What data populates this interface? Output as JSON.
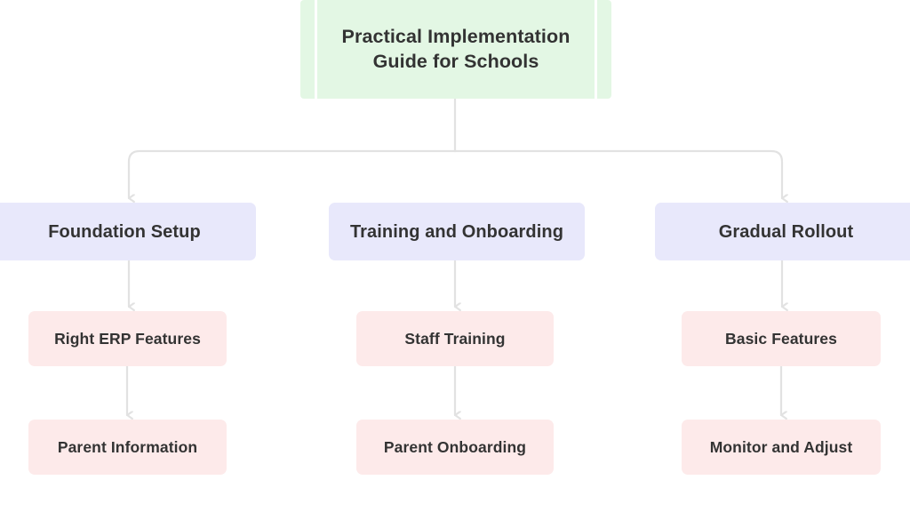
{
  "diagram": {
    "type": "flowchart",
    "orientation": "top-down",
    "title": "Practical Implementation Guide for Schools",
    "background_color": "#ffffff",
    "edge_color": "#e2e2e2",
    "text_color": "#333333",
    "palette": {
      "root_fill": "#e3f7e4",
      "stage_fill": "#e8e8fb",
      "step_fill": "#fdeaea"
    },
    "root": {
      "label": "Practical Implementation\nGuide for Schools"
    },
    "stages": [
      {
        "label": "Foundation Setup",
        "steps": [
          {
            "label": "Right ERP Features"
          },
          {
            "label": "Parent Information"
          }
        ]
      },
      {
        "label": "Training and Onboarding",
        "steps": [
          {
            "label": "Staff Training"
          },
          {
            "label": "Parent Onboarding"
          }
        ]
      },
      {
        "label": "Gradual Rollout",
        "steps": [
          {
            "label": "Basic Features"
          },
          {
            "label": "Monitor and Adjust"
          }
        ]
      }
    ]
  }
}
